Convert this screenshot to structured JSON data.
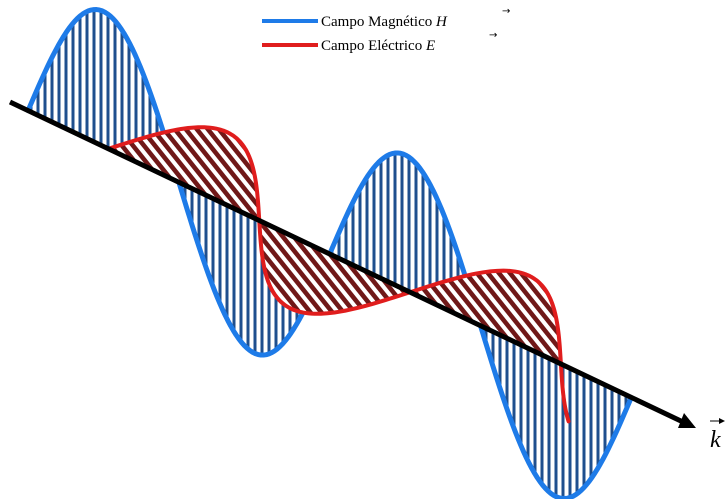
{
  "diagram": {
    "colors": {
      "magnetic": "#1e7be8",
      "magnetic_hatch": "#1f4f8e",
      "electric": "#e01d1d",
      "electric_fill": "#701818",
      "axis": "#000000"
    },
    "legend": {
      "magnetic": {
        "label": "Campo Magnético",
        "symbol": "H"
      },
      "electric": {
        "label": "Campo Eléctrico",
        "symbol": "E"
      }
    },
    "axis": {
      "symbol": "k"
    }
  }
}
